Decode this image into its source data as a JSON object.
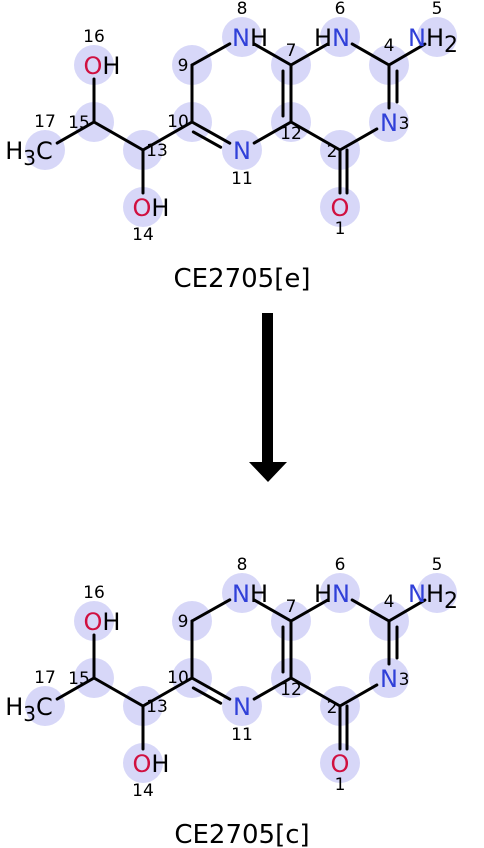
{
  "colors": {
    "halo": "#c9c9f5",
    "nitrogen": "#3040d8",
    "oxygen": "#d01040",
    "carbon": "#000000",
    "bond": "#000000"
  },
  "arrow": {
    "icon": "arrow-down-icon"
  },
  "molecules": [
    {
      "caption": "CE2705[e]",
      "atoms": [
        {
          "n": "1",
          "el": "O",
          "color": "oxygen"
        },
        {
          "n": "2",
          "el": "",
          "color": "carbon"
        },
        {
          "n": "3",
          "el": "N",
          "color": "nitrogen"
        },
        {
          "n": "4",
          "el": "",
          "color": "carbon"
        },
        {
          "n": "5",
          "el": "NH2",
          "color": "nitrogen"
        },
        {
          "n": "6",
          "el": "HN",
          "color": "nitrogen"
        },
        {
          "n": "7",
          "el": "",
          "color": "carbon"
        },
        {
          "n": "8",
          "el": "NH",
          "color": "nitrogen"
        },
        {
          "n": "9",
          "el": "",
          "color": "carbon"
        },
        {
          "n": "10",
          "el": "",
          "color": "carbon"
        },
        {
          "n": "11",
          "el": "N",
          "color": "nitrogen"
        },
        {
          "n": "12",
          "el": "",
          "color": "carbon"
        },
        {
          "n": "13",
          "el": "",
          "color": "carbon"
        },
        {
          "n": "14",
          "el": "OH",
          "color": "oxygen"
        },
        {
          "n": "15",
          "el": "",
          "color": "carbon"
        },
        {
          "n": "16",
          "el": "OH",
          "color": "oxygen"
        },
        {
          "n": "17",
          "el": "H3C",
          "color": "carbon"
        }
      ]
    },
    {
      "caption": "CE2705[c]",
      "atoms": [
        {
          "n": "1",
          "el": "O",
          "color": "oxygen"
        },
        {
          "n": "2",
          "el": "",
          "color": "carbon"
        },
        {
          "n": "3",
          "el": "N",
          "color": "nitrogen"
        },
        {
          "n": "4",
          "el": "",
          "color": "carbon"
        },
        {
          "n": "5",
          "el": "NH2",
          "color": "nitrogen"
        },
        {
          "n": "6",
          "el": "HN",
          "color": "nitrogen"
        },
        {
          "n": "7",
          "el": "",
          "color": "carbon"
        },
        {
          "n": "8",
          "el": "NH",
          "color": "nitrogen"
        },
        {
          "n": "9",
          "el": "",
          "color": "carbon"
        },
        {
          "n": "10",
          "el": "",
          "color": "carbon"
        },
        {
          "n": "11",
          "el": "N",
          "color": "nitrogen"
        },
        {
          "n": "12",
          "el": "",
          "color": "carbon"
        },
        {
          "n": "13",
          "el": "",
          "color": "carbon"
        },
        {
          "n": "14",
          "el": "OH",
          "color": "oxygen"
        },
        {
          "n": "15",
          "el": "",
          "color": "carbon"
        },
        {
          "n": "16",
          "el": "OH",
          "color": "oxygen"
        },
        {
          "n": "17",
          "el": "H3C",
          "color": "carbon"
        }
      ]
    }
  ]
}
